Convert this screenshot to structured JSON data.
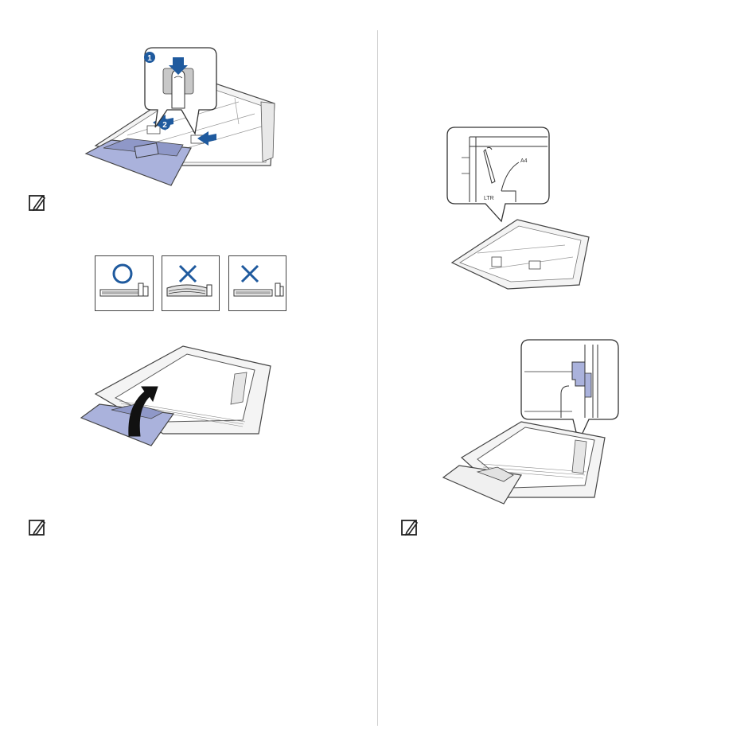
{
  "figures": {
    "callout_numbers": [
      "1",
      "2"
    ],
    "paper_size_labels": [
      "A4",
      "LTR"
    ]
  },
  "colors": {
    "accent_blue": "#1f5a9e",
    "tray_blue": "#aab2dc",
    "tray_blue_dark": "#8f98c8",
    "line_gray": "#444444"
  },
  "icons": [
    "note-icon",
    "note-icon",
    "note-icon",
    "circle-ok-icon",
    "x-wrong-icon",
    "x-wrong-icon",
    "curved-arrow-icon"
  ]
}
